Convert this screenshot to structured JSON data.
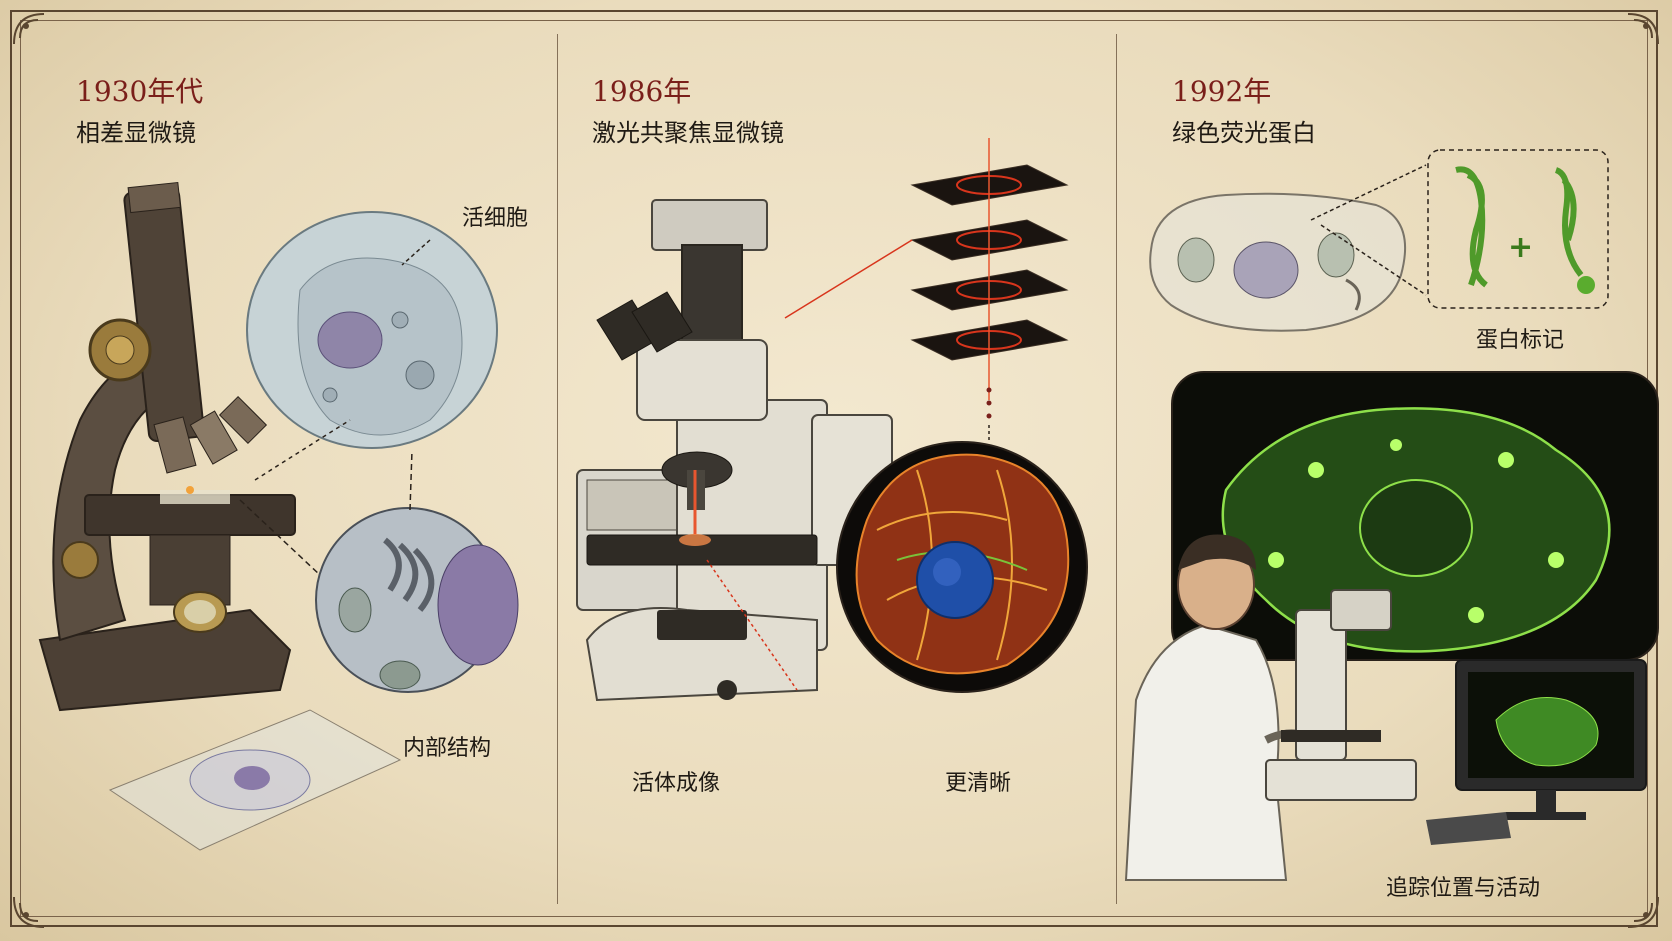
{
  "panels": [
    {
      "year": "1930年代",
      "heading": "相差显微镜",
      "labels": {
        "live_cell": "活细胞",
        "internal_structure": "内部结构"
      }
    },
    {
      "year": "1986年",
      "heading": "激光共聚焦显微镜",
      "labels": {
        "live_imaging": "活体成像",
        "clearer": "更清晰"
      }
    },
    {
      "year": "1992年",
      "heading": "绿色荧光蛋白",
      "labels": {
        "protein_tag": "蛋白标记",
        "plus_sign": "+",
        "track": "追踪位置与活动"
      }
    }
  ],
  "colors": {
    "year_text": "#7a1f1a",
    "parchment": "#eadcbd",
    "ink": "#1f1a14",
    "laser_red": "#d8351c",
    "gfp_green": "#6fd23a",
    "nucleus_blue": "#1f4fa8"
  }
}
